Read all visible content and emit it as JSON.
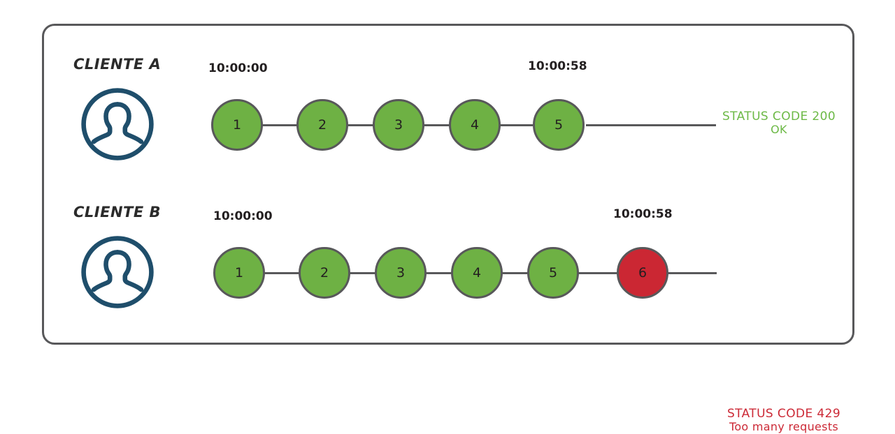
{
  "diagram": {
    "title_hidden": "",
    "frame": {
      "border_color": "#58585a"
    },
    "colors": {
      "success_node": "#6eb144",
      "error_node": "#cb2733",
      "node_border": "#58585a",
      "success_text": "#6cb946",
      "error_text": "#cc2936",
      "avatar": "#1f4e6b",
      "label_text": "#2b2b2b"
    },
    "rows": [
      {
        "id": "client-a",
        "label": "CLIENTE A",
        "avatar_icon": "user-avatar-icon",
        "start_time": "10:00:00",
        "end_time": "10:00:58",
        "nodes": [
          {
            "n": "1",
            "state": "ok"
          },
          {
            "n": "2",
            "state": "ok"
          },
          {
            "n": "3",
            "state": "ok"
          },
          {
            "n": "4",
            "state": "ok"
          },
          {
            "n": "5",
            "state": "ok"
          }
        ],
        "status": {
          "line1": "STATUS CODE 200",
          "line2": "OK",
          "state": "ok"
        }
      },
      {
        "id": "client-b",
        "label": "CLIENTE B",
        "avatar_icon": "user-avatar-icon",
        "start_time": "10:00:00",
        "end_time": "10:00:58",
        "nodes": [
          {
            "n": "1",
            "state": "ok"
          },
          {
            "n": "2",
            "state": "ok"
          },
          {
            "n": "3",
            "state": "ok"
          },
          {
            "n": "4",
            "state": "ok"
          },
          {
            "n": "5",
            "state": "ok"
          },
          {
            "n": "6",
            "state": "fail"
          }
        ],
        "status": {
          "line1": "STATUS CODE 429",
          "line2": "Too many requests",
          "state": "fail"
        }
      }
    ]
  }
}
